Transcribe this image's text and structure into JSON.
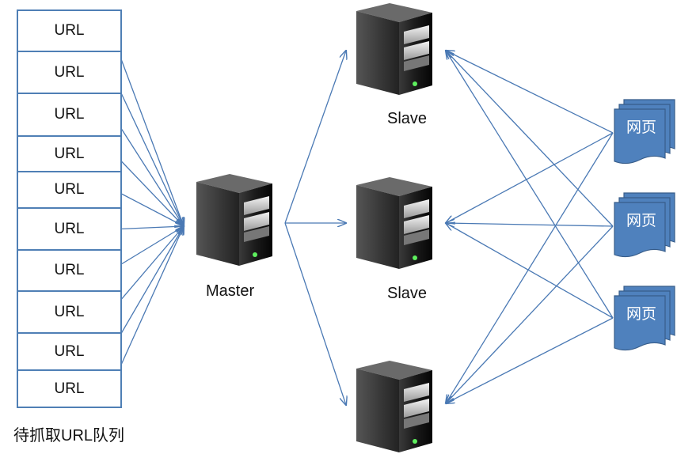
{
  "queue": {
    "cells": [
      "URL",
      "URL",
      "URL",
      "URL",
      "URL",
      "URL",
      "URL",
      "URL",
      "URL",
      "URL"
    ],
    "caption": "待抓取URL队列"
  },
  "master": {
    "label": "Master"
  },
  "slaves": [
    {
      "label": "Slave"
    },
    {
      "label": "Slave"
    },
    {
      "label": ""
    }
  ],
  "webpages": [
    {
      "label": "网页"
    },
    {
      "label": "网页"
    },
    {
      "label": "网页"
    }
  ],
  "colors": {
    "arrow": "#4a79b4",
    "queue_border": "#4f7fb5",
    "page_fill": "#4f81bd",
    "page_stroke": "#385d8a"
  }
}
